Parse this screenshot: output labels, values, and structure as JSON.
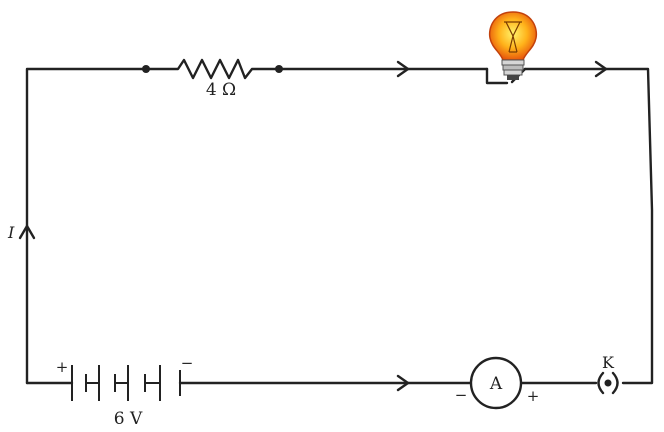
{
  "labels": {
    "resistance": "4 Ω",
    "voltage": "6 V",
    "current": "I",
    "ammeter": "A",
    "key": "K",
    "battery_plus": "+",
    "battery_minus": "−",
    "ammeter_minus": "−",
    "ammeter_plus": "+"
  },
  "colors": {
    "wire": "#222222",
    "bulb_glow": "#f5a623",
    "bulb_core": "#ffe14d",
    "bulb_edge": "#d9480f",
    "bulb_base": "#c8c8c8"
  }
}
